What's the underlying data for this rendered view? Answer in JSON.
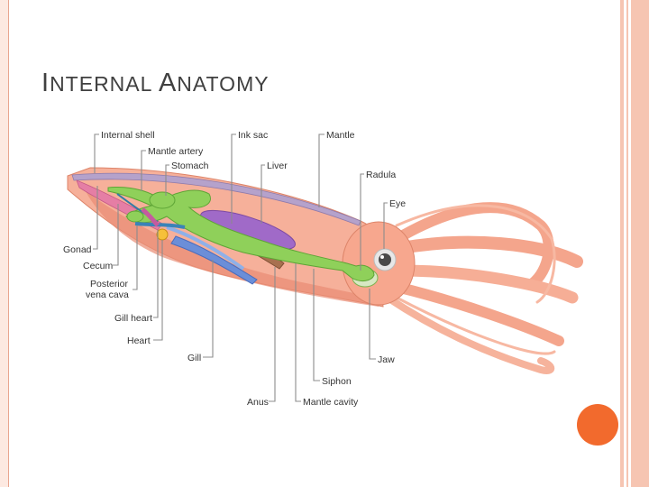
{
  "slide": {
    "title_first_initial": "I",
    "title_first_rest": "NTERNAL",
    "title_second_initial": "A",
    "title_second_rest": "NATOMY"
  },
  "diagram": {
    "labels": {
      "internal_shell": "Internal shell",
      "mantle_artery": "Mantle artery",
      "stomach": "Stomach",
      "ink_sac": "Ink sac",
      "mantle": "Mantle",
      "liver": "Liver",
      "radula": "Radula",
      "eye": "Eye",
      "gonad": "Gonad",
      "cecum": "Cecum",
      "posterior_vena_cava_line1": "Posterior",
      "posterior_vena_cava_line2": "vena cava",
      "gill_heart": "Gill heart",
      "heart": "Heart",
      "gill": "Gill",
      "jaw": "Jaw",
      "siphon": "Siphon",
      "anus": "Anus",
      "mantle_cavity": "Mantle cavity"
    }
  },
  "colors": {
    "accent_dot": "#f26a2d",
    "border": "#f6c5b2",
    "body": "#f7ad97",
    "digestive": "#8fd05a",
    "ink_sac": "#9f63c4"
  }
}
